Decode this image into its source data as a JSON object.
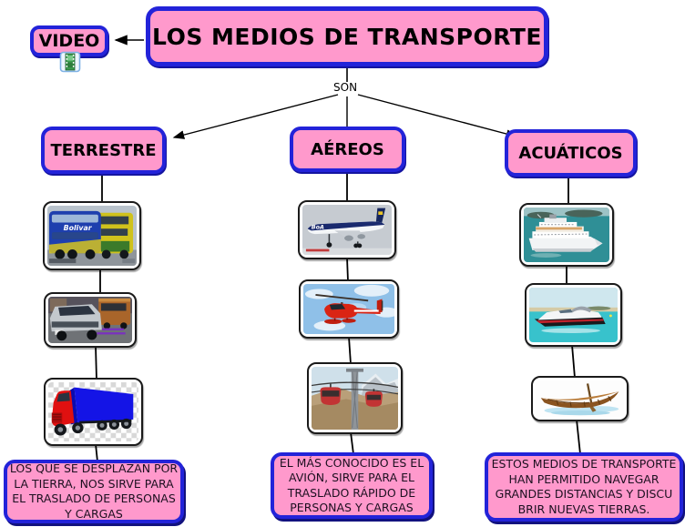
{
  "title": {
    "label": "LOS MEDIOS DE TRANSPORTE"
  },
  "video_node": {
    "label": "VIDEO",
    "icon": "film-icon"
  },
  "root_connector": {
    "label": "SON"
  },
  "branches": {
    "terrestre": {
      "label": "TERRESTRE",
      "description": "LOS QUE SE DESPLAZAN POR\nLA TIERRA, NOS SIRVE PARA\nEL TRASLADO DE PERSONAS\nY CARGAS",
      "images": [
        "double-decker-bus-photo",
        "minivan-photo",
        "cargo-truck-clipart"
      ]
    },
    "aereos": {
      "label": "AÉREOS",
      "description": "EL MÁS CONOCIDO ES EL\nAVIÓN, SIRVE PARA EL\nTRASLADO RÁPIDO DE\nPERSONAS Y CARGAS",
      "images": [
        "airplane-photo",
        "helicopter-photo",
        "cable-car-photo"
      ]
    },
    "acuaticos": {
      "label": "ACUÁTICOS",
      "description": "ESTOS MEDIOS DE TRANSPORTE\nHAN PERMITIDO NAVEGAR\nGRANDES DISTANCIAS Y DISCU\nBRIR NUEVAS TIERRAS.",
      "images": [
        "cruise-ship-photo",
        "speedboat-photo",
        "rowboat-clipart"
      ]
    }
  },
  "photo_overlays": {
    "bus_brand": "Bolivar",
    "plane_brand": "BoA"
  },
  "colors": {
    "node_fill": "#ff99cc",
    "node_border": "#2323d9",
    "node_shadow": "#12127e",
    "connector": "#000000",
    "photo_border": "#1a1a1a"
  }
}
